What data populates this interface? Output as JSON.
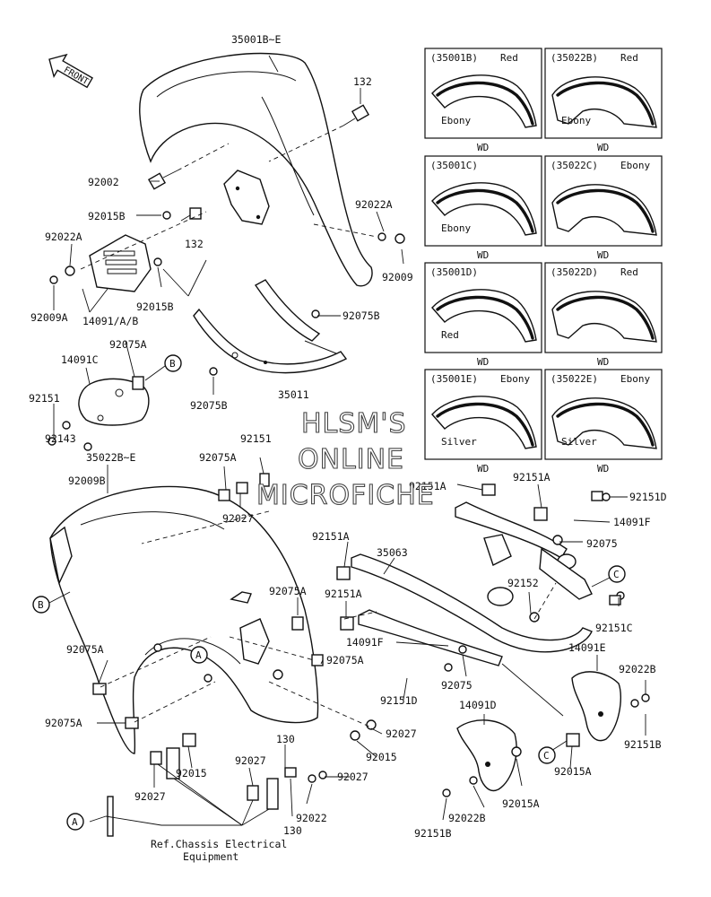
{
  "front_arrow": "FRONT",
  "watermark": [
    "HLSM'S",
    "ONLINE",
    "MICROFICHE"
  ],
  "footer_note": [
    "Ref.Chassis Electrical",
    "Equipment"
  ],
  "variant_panels": [
    {
      "id": "(35001B)",
      "color_top": "Red",
      "color_bottom": "Ebony",
      "wd": "WD"
    },
    {
      "id": "(35022B)",
      "color_top": "Red",
      "color_bottom": "Ebony",
      "wd": "WD"
    },
    {
      "id": "(35001C)",
      "color_top": "",
      "color_bottom": "Ebony",
      "wd": "WD"
    },
    {
      "id": "(35022C)",
      "color_top": "Ebony",
      "color_bottom": "",
      "wd": "WD"
    },
    {
      "id": "(35001D)",
      "color_top": "",
      "color_bottom": "Red",
      "wd": "WD"
    },
    {
      "id": "(35022D)",
      "color_top": "Red",
      "color_bottom": "",
      "wd": "WD"
    },
    {
      "id": "(35001E)",
      "color_top": "Ebony",
      "color_bottom": "Silver",
      "wd": "WD"
    },
    {
      "id": "(35022E)",
      "color_top": "Ebony",
      "color_bottom": "Silver",
      "wd": "WD"
    }
  ],
  "ref_letters": [
    "A",
    "B",
    "C"
  ],
  "callouts": [
    "35001B~E",
    "132",
    "92002",
    "92015B",
    "92022A",
    "132",
    "92022A",
    "92009",
    "92009A",
    "92015B",
    "14091/A/B",
    "92075B",
    "14091C",
    "92075A",
    "92151",
    "35011",
    "92075B",
    "92143",
    "92009B",
    "35022B~E",
    "92075A",
    "92151",
    "92027",
    "92151A",
    "92151A",
    "92151D",
    "14091F",
    "92151A",
    "35063",
    "92075",
    "92151A",
    "92152",
    "92075A",
    "92151C",
    "14091F",
    "92075A",
    "92075A",
    "92075",
    "14091E",
    "92022B",
    "92151D",
    "14091D",
    "92151B",
    "92075A",
    "92027",
    "92015",
    "92015A",
    "130",
    "92027",
    "92027",
    "92015",
    "92027",
    "92022",
    "130",
    "92015A",
    "92022B",
    "92151B"
  ]
}
